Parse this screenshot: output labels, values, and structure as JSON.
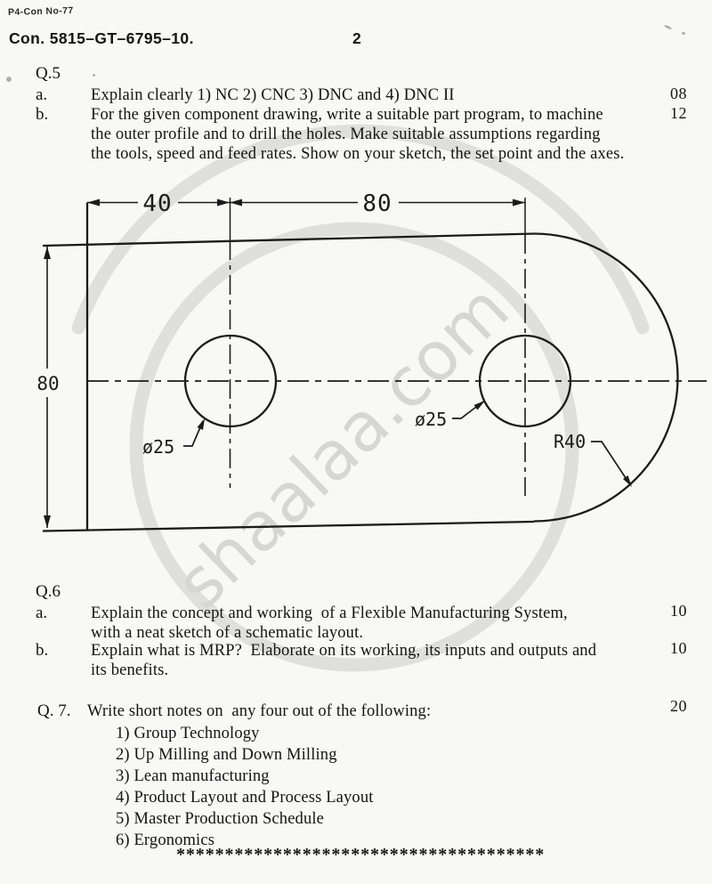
{
  "header": {
    "stamp": "P4-Con No-77",
    "con_number": "Con. 5815–GT–6795–10.",
    "page_number": "2"
  },
  "q5": {
    "label": "Q.5",
    "parts": [
      {
        "label": "a.",
        "marks": "08",
        "lines": [
          "Explain clearly 1) NC 2) CNC 3) DNC and 4) DNC II"
        ]
      },
      {
        "label": "b.",
        "marks": "12",
        "lines": [
          "For the given component drawing, write a suitable part program, to machine",
          "the outer profile and to drill the holes. Make suitable assumptions regarding",
          "the tools, speed and feed rates. Show on your sketch, the set point and the axes."
        ]
      }
    ]
  },
  "drawing": {
    "dim_top_left": "40",
    "dim_top_right": "80",
    "dim_left": "80",
    "hole_left_label": "ø25",
    "hole_right_label": "ø25",
    "radius_label": "R40"
  },
  "watermark": {
    "text": "shaalaa.com"
  },
  "q6": {
    "label": "Q.6",
    "parts": [
      {
        "label": "a.",
        "marks": "10",
        "lines": [
          "Explain the concept and working  of a Flexible Manufacturing System,",
          "with a neat sketch of a schematic layout."
        ]
      },
      {
        "label": "b.",
        "marks": "10",
        "lines": [
          "Explain what is MRP?  Elaborate on its working, its inputs and outputs and",
          "its benefits."
        ]
      }
    ]
  },
  "q7": {
    "label": "Q. 7.",
    "title": "Write short notes on  any four out of the following:",
    "marks": "20",
    "items": [
      "1) Group Technology",
      "2) Up Milling and Down Milling",
      "3) Lean manufacturing",
      "4) Product Layout and Process Layout",
      "5) Master Production Schedule",
      "6) Ergonomics"
    ]
  },
  "footer": {
    "asterisks": "**************************************"
  }
}
